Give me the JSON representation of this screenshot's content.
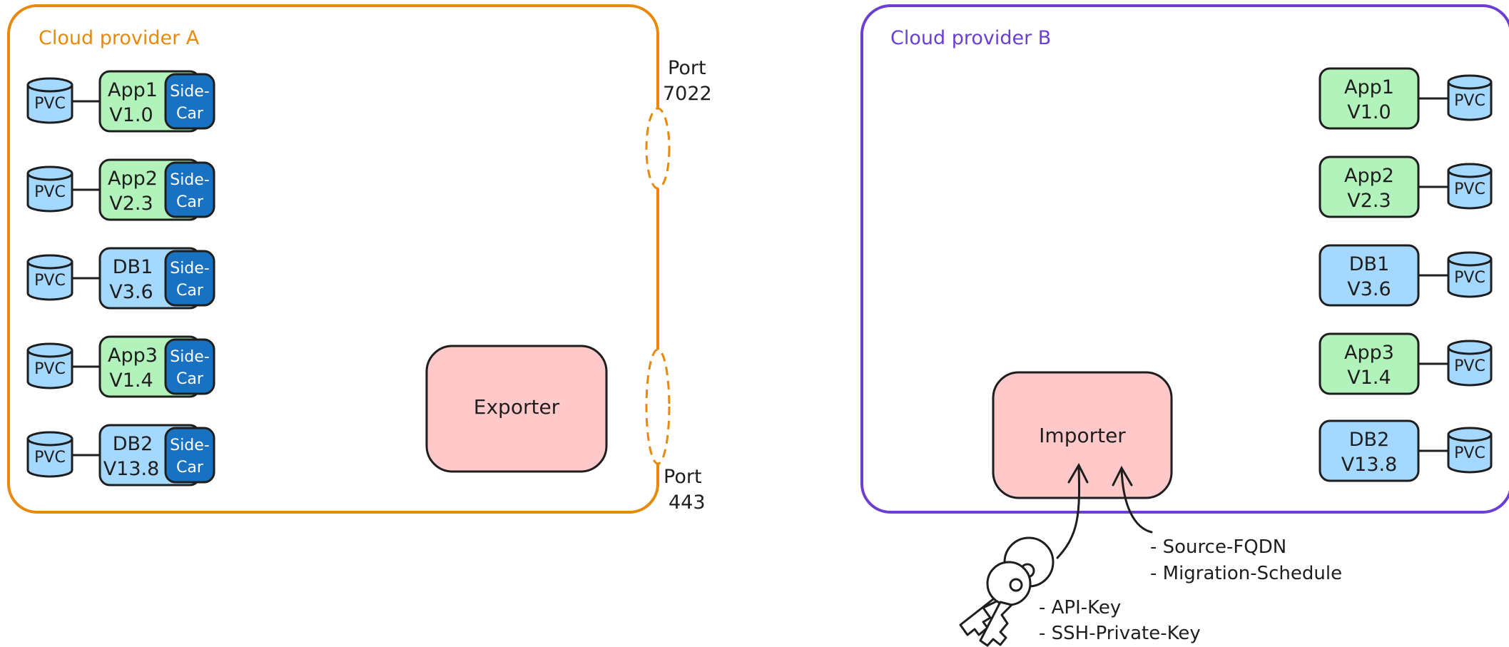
{
  "providerA": {
    "title": "Cloud provider A",
    "color": "#e8890c",
    "workloads": [
      {
        "name": "App1",
        "version": "V1.0",
        "kind": "app",
        "pvc": "PVC",
        "sidecar_top": "Side-",
        "sidecar_bottom": "Car"
      },
      {
        "name": "App2",
        "version": "V2.3",
        "kind": "app",
        "pvc": "PVC",
        "sidecar_top": "Side-",
        "sidecar_bottom": "Car"
      },
      {
        "name": "DB1",
        "version": "V3.6",
        "kind": "db",
        "pvc": "PVC",
        "sidecar_top": "Side-",
        "sidecar_bottom": "Car"
      },
      {
        "name": "App3",
        "version": "V1.4",
        "kind": "app",
        "pvc": "PVC",
        "sidecar_top": "Side-",
        "sidecar_bottom": "Car"
      },
      {
        "name": "DB2",
        "version": "V13.8",
        "kind": "db",
        "pvc": "PVC",
        "sidecar_top": "Side-",
        "sidecar_bottom": "Car"
      }
    ],
    "exporter": "Exporter",
    "port_top": {
      "line1": "Port",
      "line2": "7022"
    },
    "port_bottom": {
      "line1": "Port",
      "line2": "443"
    }
  },
  "providerB": {
    "title": "Cloud provider B",
    "color": "#6a3fd1",
    "workloads": [
      {
        "name": "App1",
        "version": "V1.0",
        "kind": "app",
        "pvc": "PVC"
      },
      {
        "name": "App2",
        "version": "V2.3",
        "kind": "app",
        "pvc": "PVC"
      },
      {
        "name": "DB1",
        "version": "V3.6",
        "kind": "db",
        "pvc": "PVC"
      },
      {
        "name": "App3",
        "version": "V1.4",
        "kind": "app",
        "pvc": "PVC"
      },
      {
        "name": "DB2",
        "version": "V13.8",
        "kind": "db",
        "pvc": "PVC"
      }
    ],
    "importer": "Importer"
  },
  "config_notes": [
    "- Source-FQDN",
    "- Migration-Schedule"
  ],
  "key_notes": [
    "- API-Key",
    "- SSH-Private-Key"
  ],
  "colors": {
    "app_fill": "#b2f2bb",
    "db_fill": "#a5d8ff",
    "pvc_fill": "#a5d8ff",
    "sidecar_fill": "#1971c2",
    "service_fill": "#ffc9c9",
    "stroke": "#1e1e1e"
  }
}
